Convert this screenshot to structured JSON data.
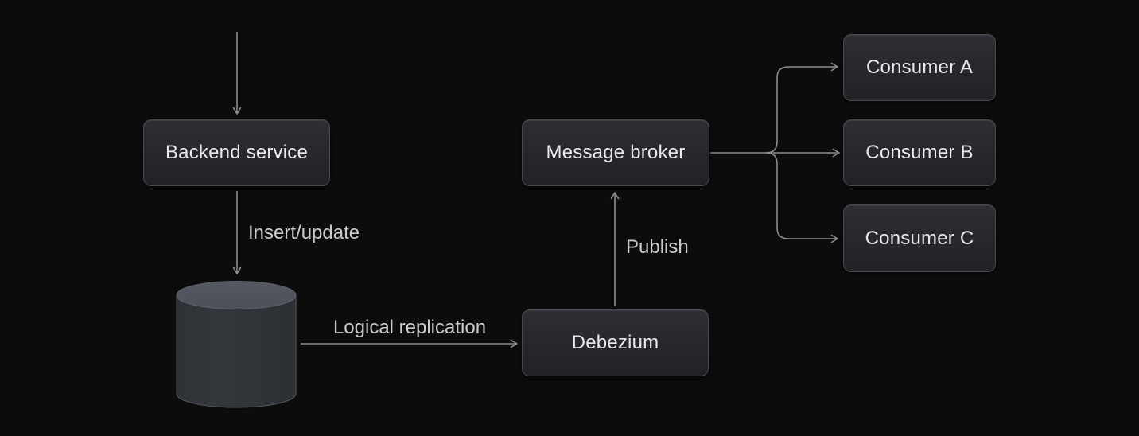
{
  "diagram": {
    "nodes": [
      {
        "id": "backend",
        "type": "box",
        "label": "Backend service"
      },
      {
        "id": "database",
        "type": "cylinder",
        "label": ""
      },
      {
        "id": "debezium",
        "type": "box",
        "label": "Debezium"
      },
      {
        "id": "message_broker",
        "type": "box",
        "label": "Message broker"
      },
      {
        "id": "consumer_a",
        "type": "box",
        "label": "Consumer A"
      },
      {
        "id": "consumer_b",
        "type": "box",
        "label": "Consumer B"
      },
      {
        "id": "consumer_c",
        "type": "box",
        "label": "Consumer C"
      }
    ],
    "edges": [
      {
        "from": "offscreen-top",
        "to": "backend",
        "label": ""
      },
      {
        "from": "backend",
        "to": "database",
        "label": "Insert/update"
      },
      {
        "from": "database",
        "to": "debezium",
        "label": "Logical replication"
      },
      {
        "from": "debezium",
        "to": "message_broker",
        "label": "Publish"
      },
      {
        "from": "message_broker",
        "to": "consumer_a",
        "label": ""
      },
      {
        "from": "message_broker",
        "to": "consumer_b",
        "label": ""
      },
      {
        "from": "message_broker",
        "to": "consumer_c",
        "label": ""
      }
    ]
  },
  "colors": {
    "background": "#0c0c0d",
    "node_fill_top": "#2d2f34",
    "node_fill_bottom": "#202226",
    "node_border": "#47494e",
    "node_text": "#e8e9eb",
    "arrow": "#8b8d92",
    "edge_label_text": "#c9cbce",
    "cylinder_top": "#4c5057",
    "cylinder_body": "#33363b"
  }
}
